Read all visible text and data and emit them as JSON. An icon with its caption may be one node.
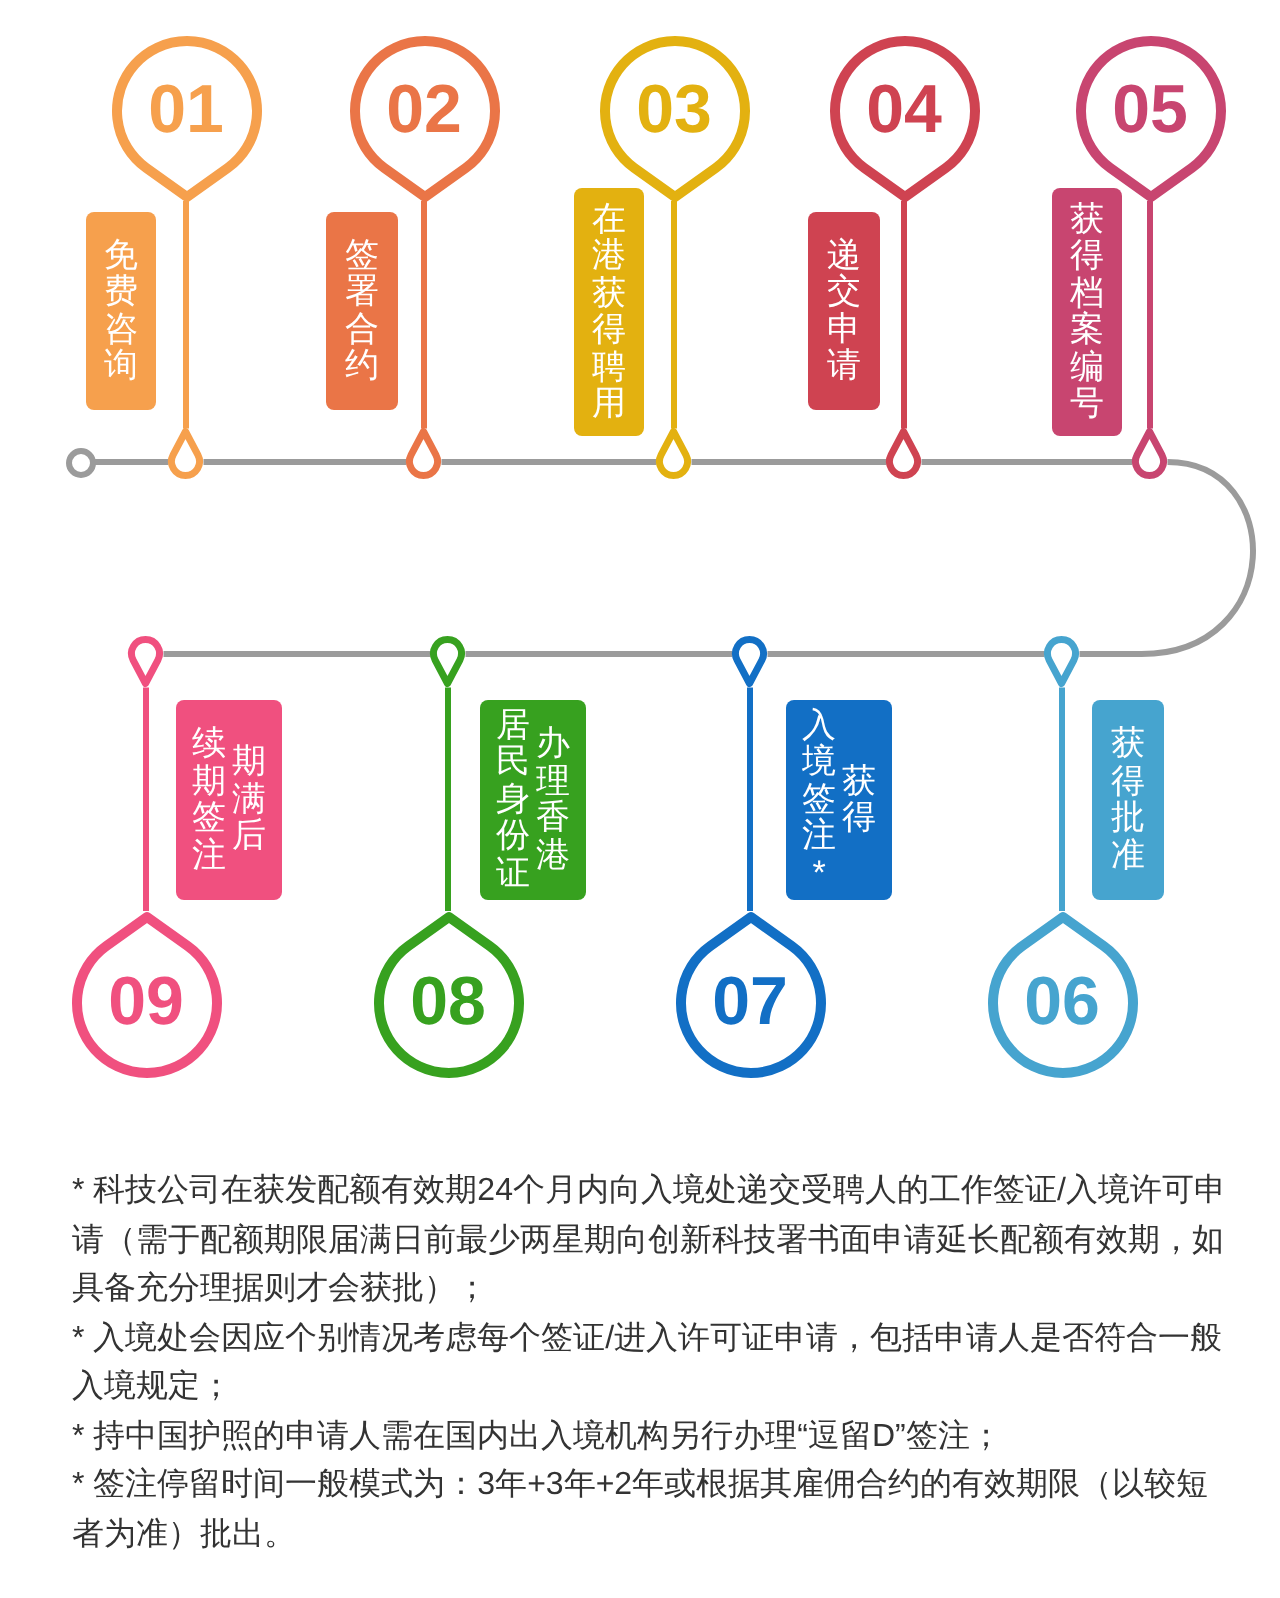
{
  "diagram": {
    "nodes": [
      {
        "text": [],
        "shape": "circle"
      },
      {
        "text": [
          "01"
        ]
      },
      {
        "text": [
          "免费咨询"
        ]
      },
      {
        "text": [],
        "shape": "circle"
      },
      {
        "text": [
          "02"
        ]
      },
      {
        "text": [
          "签署合约"
        ]
      },
      {
        "text": [],
        "shape": "circle"
      },
      {
        "text": [
          "03"
        ]
      },
      {
        "text": [
          "在港获得聘用"
        ]
      },
      {
        "text": [],
        "shape": "circle"
      },
      {
        "text": [
          "04"
        ]
      },
      {
        "text": [
          "递交申请"
        ]
      },
      {
        "text": [],
        "shape": "circle"
      },
      {
        "text": [
          "05"
        ]
      },
      {
        "text": [
          "获得档案编号"
        ]
      },
      {
        "text": [],
        "shape": "circle"
      },
      {
        "text": [
          "06"
        ]
      },
      {
        "text": [
          "获得批准"
        ]
      },
      {
        "text": [],
        "shape": "circle"
      },
      {
        "text": [
          "07"
        ]
      },
      {
        "text": [
          "获得入境签注*"
        ]
      },
      {
        "text": [],
        "shape": "circle"
      },
      {
        "text": [
          "08"
        ]
      },
      {
        "text": [
          "办理香港居民身份证"
        ]
      },
      {
        "text": [],
        "shape": "circle"
      },
      {
        "text": [
          "09"
        ]
      },
      {
        "text": [
          "期满后续期签注"
        ]
      },
      {
        "text": [],
        "shape": "circle"
      }
    ],
    "edges": [
      {
        "from": 0,
        "to": 3,
        "arrow": "none"
      },
      {
        "from": 1,
        "to": 3,
        "arrow": "none",
        "color": "#f6a04d"
      },
      {
        "from": 3,
        "to": 6,
        "arrow": "none"
      },
      {
        "from": 4,
        "to": 6,
        "arrow": "none",
        "color": "#ea7547"
      },
      {
        "from": 6,
        "to": 9,
        "arrow": "none"
      },
      {
        "from": 7,
        "to": 9,
        "arrow": "none",
        "color": "#e3b110"
      },
      {
        "from": 9,
        "to": 12,
        "arrow": "none"
      },
      {
        "from": 10,
        "to": 12,
        "arrow": "none",
        "color": "#cf4351"
      },
      {
        "from": 12,
        "to": 15,
        "arrow": "none"
      },
      {
        "from": 13,
        "to": 15,
        "arrow": "none",
        "color": "#c84570"
      },
      {
        "from": 15,
        "to": 18,
        "arrow": "none"
      },
      {
        "from": 16,
        "to": 18,
        "arrow": "none",
        "color": "#46a4cf"
      },
      {
        "from": 18,
        "to": 21,
        "arrow": "none"
      },
      {
        "from": 19,
        "to": 21,
        "arrow": "none",
        "color": "#126fc5"
      },
      {
        "from": 21,
        "to": 24,
        "arrow": "none"
      },
      {
        "from": 22,
        "to": 24,
        "arrow": "none",
        "color": "#37a11f"
      },
      {
        "from": 24,
        "to": 27,
        "arrow": "none"
      },
      {
        "from": 25,
        "to": 27,
        "arrow": "none",
        "color": "#f0507f"
      }
    ],
    "labels": [
      "* 科技公司在获发配额有效期24个月内向入境处递交受聘人的工作签证/入境许可申请（需于配额期限届满日前最少两星期向创新科技署书面申请延长配额有效期，如具备充分理据则才会获批）；",
      "* 入境处会因应个别情况考虑每个签证/进入许可证申请，包括申请人是否符合一般入境规定；",
      "* 持中国护照的申请人需在国内出入境机构另行办理“逗留D”签注；",
      "* 签注停留时间一般模式为：3年+3年+2年或根据其雇佣合约的有效期限（以较短者为准）批出。"
    ]
  }
}
